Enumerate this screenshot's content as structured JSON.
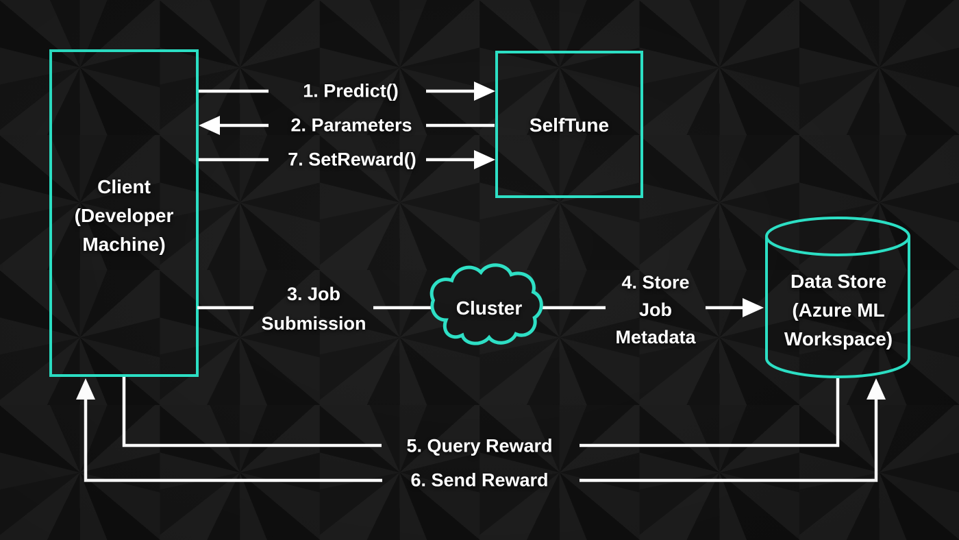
{
  "colors": {
    "accent": "#2BDFC4",
    "line": "#FFFFFF",
    "text": "#FFFFFF",
    "background": "#131313"
  },
  "nodes": {
    "client": {
      "lines": [
        "Client",
        "(Developer",
        "Machine)"
      ]
    },
    "selftune": {
      "label": "SelfTune"
    },
    "cluster": {
      "label": "Cluster"
    },
    "datastore": {
      "lines": [
        "Data Store",
        "(Azure ML",
        "Workspace)"
      ]
    }
  },
  "edges": {
    "predict": {
      "label": "1. Predict()"
    },
    "parameters": {
      "label": "2. Parameters"
    },
    "setreward": {
      "label": "7. SetReward()"
    },
    "job_submission": {
      "lines": [
        "3. Job",
        "Submission"
      ]
    },
    "store_job_metadata": {
      "lines": [
        "4. Store",
        "Job",
        "Metadata"
      ]
    },
    "query_reward": {
      "label": "5. Query Reward"
    },
    "send_reward": {
      "label": "6. Send Reward"
    }
  }
}
